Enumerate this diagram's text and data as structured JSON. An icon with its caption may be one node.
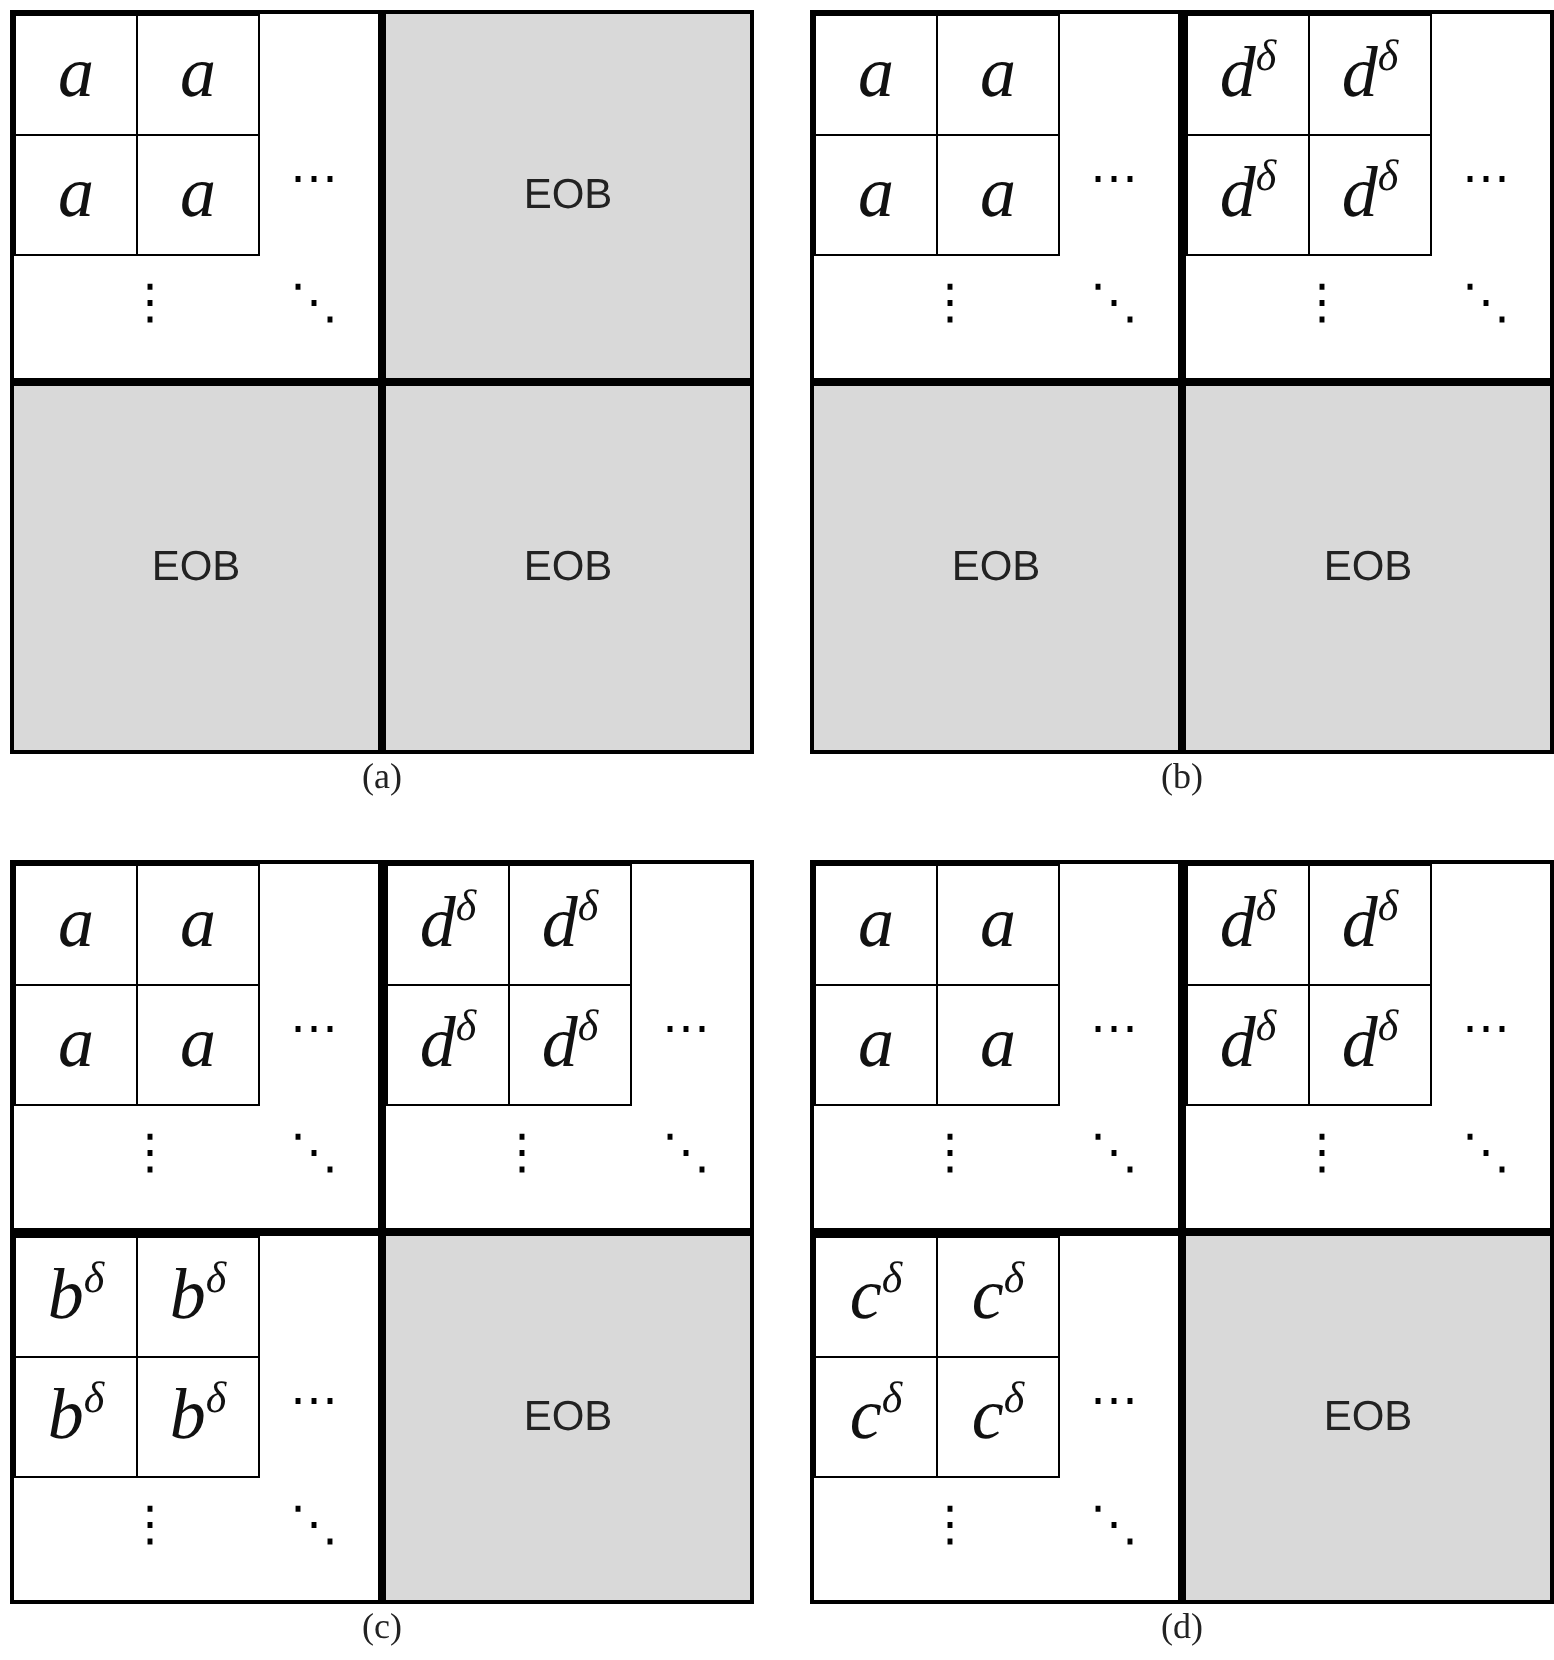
{
  "diagram": {
    "nodes": [
      {
        "text": [
          "(a)"
        ]
      },
      {
        "text": [
          "⋯",
          "⋮",
          "⋱"
        ],
        "in": 0
      },
      {
        "text": [
          "a"
        ],
        "in": 1
      },
      {
        "text": [
          "a"
        ],
        "in": 1
      },
      {
        "text": [
          "a"
        ],
        "in": 1
      },
      {
        "text": [
          "a"
        ],
        "in": 1
      },
      {
        "text": [
          "EOB"
        ],
        "in": 0
      },
      {
        "text": [
          "EOB"
        ],
        "in": 0
      },
      {
        "text": [
          "EOB"
        ],
        "in": 0
      },
      {
        "text": [
          "(b)"
        ]
      },
      {
        "text": [
          "⋯",
          "⋮",
          "⋱"
        ],
        "in": 9
      },
      {
        "text": [
          "a"
        ],
        "in": 10
      },
      {
        "text": [
          "a"
        ],
        "in": 10
      },
      {
        "text": [
          "a"
        ],
        "in": 10
      },
      {
        "text": [
          "a"
        ],
        "in": 10
      },
      {
        "text": [
          "⋯",
          "⋮",
          "⋱"
        ],
        "in": 9
      },
      {
        "text": [
          "d$^{δ}$"
        ],
        "in": 15
      },
      {
        "text": [
          "d$^{δ}$"
        ],
        "in": 15
      },
      {
        "text": [
          "d$^{δ}$"
        ],
        "in": 15
      },
      {
        "text": [
          "d$^{δ}$"
        ],
        "in": 15
      },
      {
        "text": [
          "EOB"
        ],
        "in": 9
      },
      {
        "text": [
          "EOB"
        ],
        "in": 9
      },
      {
        "text": [
          "(c)"
        ]
      },
      {
        "text": [
          "⋯",
          "⋮",
          "⋱"
        ],
        "in": 22
      },
      {
        "text": [
          "a"
        ],
        "in": 23
      },
      {
        "text": [
          "a"
        ],
        "in": 23
      },
      {
        "text": [
          "a"
        ],
        "in": 23
      },
      {
        "text": [
          "a"
        ],
        "in": 23
      },
      {
        "text": [
          "⋯",
          "⋮",
          "⋱"
        ],
        "in": 22
      },
      {
        "text": [
          "d$^{δ}$"
        ],
        "in": 28
      },
      {
        "text": [
          "d$^{δ}$"
        ],
        "in": 28
      },
      {
        "text": [
          "d$^{δ}$"
        ],
        "in": 28
      },
      {
        "text": [
          "d$^{δ}$"
        ],
        "in": 28
      },
      {
        "text": [
          "⋯",
          "⋮",
          "⋱"
        ],
        "in": 22
      },
      {
        "text": [
          "b$^{δ}$"
        ],
        "in": 33
      },
      {
        "text": [
          "b$^{δ}$"
        ],
        "in": 33
      },
      {
        "text": [
          "b$^{δ}$"
        ],
        "in": 33
      },
      {
        "text": [
          "b$^{δ}$"
        ],
        "in": 33
      },
      {
        "text": [
          "EOB"
        ],
        "in": 22
      },
      {
        "text": [
          "(d)"
        ]
      },
      {
        "text": [
          "⋯",
          "⋮",
          "⋱"
        ],
        "in": 39
      },
      {
        "text": [
          "a"
        ],
        "in": 40
      },
      {
        "text": [
          "a"
        ],
        "in": 40
      },
      {
        "text": [
          "a"
        ],
        "in": 40
      },
      {
        "text": [
          "a"
        ],
        "in": 40
      },
      {
        "text": [
          "⋯",
          "⋮",
          "⋱"
        ],
        "in": 39
      },
      {
        "text": [
          "d$^{δ}$"
        ],
        "in": 45
      },
      {
        "text": [
          "d$^{δ}$"
        ],
        "in": 45
      },
      {
        "text": [
          "d$^{δ}$"
        ],
        "in": 45
      },
      {
        "text": [
          "d$^{δ}$"
        ],
        "in": 45
      },
      {
        "text": [
          "⋯",
          "⋮",
          "⋱"
        ],
        "in": 39
      },
      {
        "text": [
          "c$^{δ}$"
        ],
        "in": 50
      },
      {
        "text": [
          "c$^{δ}$"
        ],
        "in": 50
      },
      {
        "text": [
          "c$^{δ}$"
        ],
        "in": 50
      },
      {
        "text": [
          "c$^{δ}$"
        ],
        "in": 50
      },
      {
        "text": [
          "EOB"
        ],
        "in": 39
      }
    ]
  }
}
